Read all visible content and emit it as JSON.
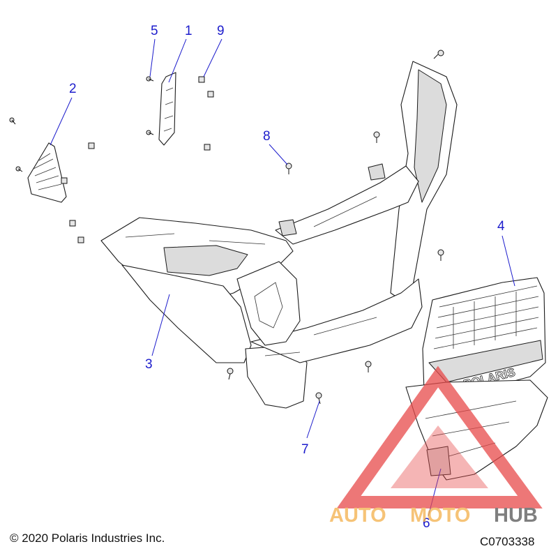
{
  "diagram": {
    "callouts": [
      {
        "id": "c1",
        "label": "1"
      },
      {
        "id": "c2",
        "label": "2"
      },
      {
        "id": "c3",
        "label": "3"
      },
      {
        "id": "c4",
        "label": "4"
      },
      {
        "id": "c5",
        "label": "5"
      },
      {
        "id": "c6",
        "label": "6"
      },
      {
        "id": "c7",
        "label": "7"
      },
      {
        "id": "c8",
        "label": "8"
      },
      {
        "id": "c9",
        "label": "9"
      }
    ],
    "grille_logo": "POLARIS"
  },
  "watermark": {
    "word_auto": "AUTO",
    "word_moto": "MOTO",
    "word_hub": "HUB",
    "colors": {
      "triangle": "#e84a4a",
      "auto": "#f3b04a",
      "hub": "#555555"
    }
  },
  "footer": {
    "copyright": "© 2020 Polaris Industries Inc.",
    "part_code": "C0703338"
  },
  "colors": {
    "callout": "#1c1ccc",
    "line": "#1a1a1a",
    "shade": "#dcdcdc"
  }
}
